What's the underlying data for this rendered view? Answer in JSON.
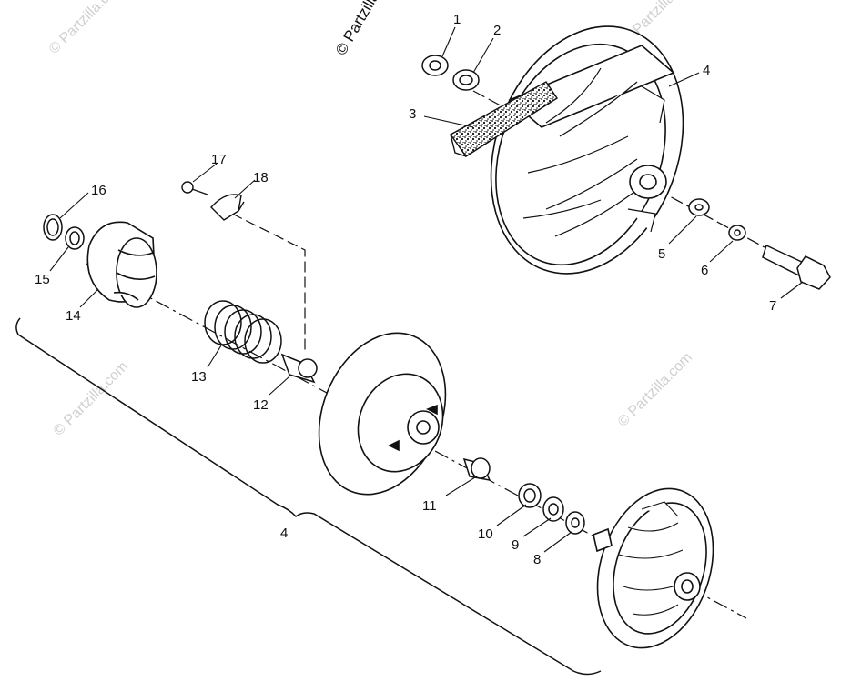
{
  "diagram": {
    "callouts": [
      {
        "id": "c1",
        "text": "1"
      },
      {
        "id": "c2",
        "text": "2"
      },
      {
        "id": "c3",
        "text": "3"
      },
      {
        "id": "c4a",
        "text": "4"
      },
      {
        "id": "c5",
        "text": "5"
      },
      {
        "id": "c6",
        "text": "6"
      },
      {
        "id": "c7",
        "text": "7"
      },
      {
        "id": "c8",
        "text": "8"
      },
      {
        "id": "c9",
        "text": "9"
      },
      {
        "id": "c10",
        "text": "10"
      },
      {
        "id": "c11",
        "text": "11"
      },
      {
        "id": "c12",
        "text": "12"
      },
      {
        "id": "c13",
        "text": "13"
      },
      {
        "id": "c14",
        "text": "14"
      },
      {
        "id": "c15",
        "text": "15"
      },
      {
        "id": "c16",
        "text": "16"
      },
      {
        "id": "c17",
        "text": "17"
      },
      {
        "id": "c18",
        "text": "18"
      },
      {
        "id": "c4b",
        "text": "4"
      }
    ],
    "watermark": "© Partzilla.com",
    "watermark_top": "© Partzilla"
  },
  "colors": {
    "line": "#111111",
    "watermark": "#cfcfcf",
    "background": "#ffffff"
  }
}
